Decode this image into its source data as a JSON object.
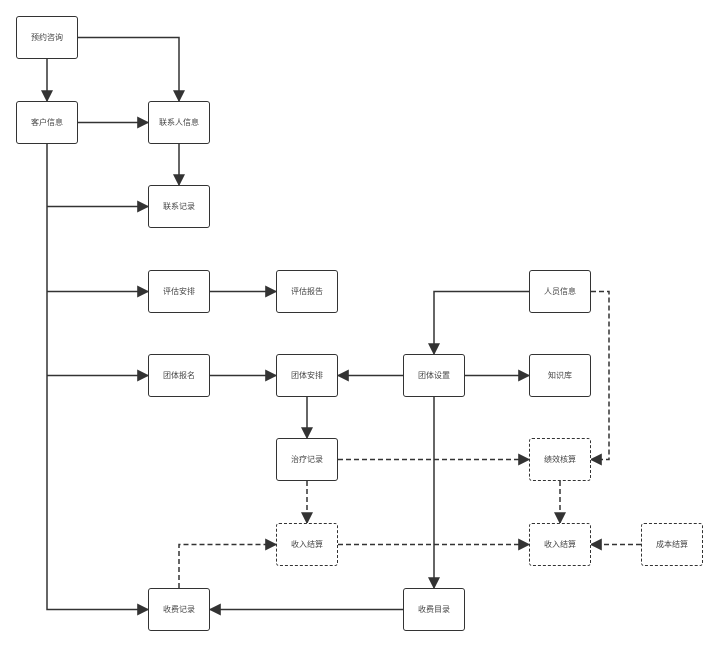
{
  "diagram": {
    "type": "flowchart",
    "nodes": [
      {
        "id": "yuyue",
        "label": "预约咨询",
        "style": "solid"
      },
      {
        "id": "kehu",
        "label": "客户信息",
        "style": "solid"
      },
      {
        "id": "lianxiren",
        "label": "联系人信息",
        "style": "solid"
      },
      {
        "id": "lianxijilu",
        "label": "联系记录",
        "style": "solid"
      },
      {
        "id": "pinggu_anpai",
        "label": "评估安排",
        "style": "solid"
      },
      {
        "id": "pinggu_baogao",
        "label": "评估报告",
        "style": "solid"
      },
      {
        "id": "renyuan",
        "label": "人员信息",
        "style": "solid"
      },
      {
        "id": "tuanti_baoming",
        "label": "团体报名",
        "style": "solid"
      },
      {
        "id": "tuanti_anpai",
        "label": "团体安排",
        "style": "solid"
      },
      {
        "id": "tuanti_shezhi",
        "label": "团体设置",
        "style": "solid"
      },
      {
        "id": "zhishiku",
        "label": "知识库",
        "style": "solid"
      },
      {
        "id": "zhiliao",
        "label": "治疗记录",
        "style": "solid"
      },
      {
        "id": "jixiao",
        "label": "绩效核算",
        "style": "dashed"
      },
      {
        "id": "shouru1",
        "label": "收入结算",
        "style": "dashed"
      },
      {
        "id": "shouru2",
        "label": "收入结算",
        "style": "dashed"
      },
      {
        "id": "chengben",
        "label": "成本结算",
        "style": "dashed"
      },
      {
        "id": "shoufei_jilu",
        "label": "收费记录",
        "style": "solid"
      },
      {
        "id": "shoufei_mulu",
        "label": "收费目录",
        "style": "solid"
      }
    ],
    "edges": [
      {
        "from": "yuyue",
        "to": "kehu",
        "style": "solid"
      },
      {
        "from": "yuyue",
        "to": "lianxiren",
        "style": "solid"
      },
      {
        "from": "kehu",
        "to": "lianxiren",
        "style": "solid"
      },
      {
        "from": "lianxiren",
        "to": "lianxijilu",
        "style": "solid"
      },
      {
        "from": "kehu",
        "to": "lianxijilu",
        "style": "solid"
      },
      {
        "from": "kehu",
        "to": "pinggu_anpai",
        "style": "solid"
      },
      {
        "from": "kehu",
        "to": "tuanti_baoming",
        "style": "solid"
      },
      {
        "from": "kehu",
        "to": "shoufei_jilu",
        "style": "solid"
      },
      {
        "from": "pinggu_anpai",
        "to": "pinggu_baogao",
        "style": "solid"
      },
      {
        "from": "tuanti_baoming",
        "to": "tuanti_anpai",
        "style": "solid"
      },
      {
        "from": "tuanti_shezhi",
        "to": "tuanti_anpai",
        "style": "solid"
      },
      {
        "from": "tuanti_shezhi",
        "to": "zhishiku",
        "style": "solid"
      },
      {
        "from": "renyuan",
        "to": "tuanti_shezhi",
        "style": "solid"
      },
      {
        "from": "tuanti_anpai",
        "to": "zhiliao",
        "style": "solid"
      },
      {
        "from": "tuanti_shezhi",
        "to": "shoufei_mulu",
        "style": "solid"
      },
      {
        "from": "shoufei_mulu",
        "to": "shoufei_jilu",
        "style": "solid"
      },
      {
        "from": "zhiliao",
        "to": "jixiao",
        "style": "dashed"
      },
      {
        "from": "renyuan",
        "to": "jixiao",
        "style": "dashed"
      },
      {
        "from": "zhiliao",
        "to": "shouru1",
        "style": "dashed"
      },
      {
        "from": "shoufei_jilu",
        "to": "shouru1",
        "style": "dashed"
      },
      {
        "from": "shouru1",
        "to": "shouru2",
        "style": "dashed"
      },
      {
        "from": "jixiao",
        "to": "shouru2",
        "style": "dashed"
      },
      {
        "from": "chengben",
        "to": "shouru2",
        "style": "dashed"
      }
    ],
    "colors": {
      "line": "#333333",
      "text": "#444444",
      "background": "#ffffff"
    }
  }
}
